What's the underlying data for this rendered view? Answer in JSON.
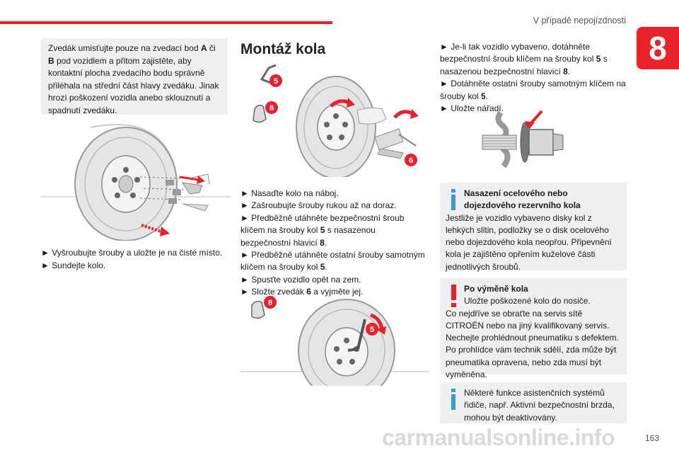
{
  "header": {
    "title": "V případě nepojízdnosti",
    "chapter": "8"
  },
  "warning_note": {
    "parts": [
      "Zvedák umisťujte pouze na zvedací bod ",
      "A",
      " či ",
      "B",
      " pod vozidlem a přitom zajistěte, aby kontaktní plocha zvedacího bodu správně přiléhala na střední část hlavy zvedáku. Jinak hrozí poškození vozidla anebo sklouznutí a spadnutí zvedáku."
    ]
  },
  "col1_steps": [
    "► Vyšroubujte šrouby a uložte je na čisté místo.",
    "► Sundejte kolo."
  ],
  "section_title": "Montáž kola",
  "callouts": {
    "five": "5",
    "eight": "8",
    "six": "6"
  },
  "col2_steps": {
    "s1": "► Nasaďte kolo na náboj.",
    "s2": "► Zašroubujte šrouby rukou až na doraz.",
    "s3a": "► Předběžně utáhněte bezpečnostní šroub klíčem na šrouby kol ",
    "s3b": "5",
    "s3c": " s nasazenou bezpečnostní hlavicí ",
    "s3d": "8",
    "s3e": ".",
    "s4a": "► Předběžně utáhněte ostatní šrouby samotným klíčem na šrouby kol ",
    "s4b": "5",
    "s4c": ".",
    "s5": "► Spusťte vozidlo opět na zem.",
    "s6a": "► Složte zvedák ",
    "s6b": "6",
    "s6c": " a vyjměte jej."
  },
  "col3_steps": {
    "s1a": "► Je-li tak vozidlo vybaveno, dotáhněte bezpečnostní šroub klíčem na šrouby kol ",
    "s1b": "5",
    "s1c": " s nasazenou bezpečnostní hlavicí ",
    "s1d": "8",
    "s1e": ".",
    "s2a": "► Dotáhněte ostatní šrouby samotným klíčem na šrouby kol ",
    "s2b": "5",
    "s2c": ".",
    "s3": "► Uložte nářadí."
  },
  "info_steel": {
    "title": "Nasazení ocelového nebo dojezdového rezervního kola",
    "body": "Jestliže je vozidlo vybaveno disky kol z lehkých slitin, podložky se o disk ocelového nebo dojezdového kola neopřou. Připevnění kola je zajištěno opřením kuželové části jednotlivých šroubů."
  },
  "warning_after": {
    "title": "Po výměně kola",
    "line1": "Uložte poškozené kolo do nosiče.",
    "body": "Co nejdříve se obraťte na servis sítě CITROËN nebo na jiný kvalifikovaný servis. Nechejte prohlédnout pneumatiku s defektem. Po prohlídce vám technik sdělí, zda může být pneumatika opravena, nebo zda musí být vyměněna."
  },
  "info_assist": {
    "title": "Některé funkce asistenčních systémů řidiče, např. Aktivní bezpečnostní brzda, mohou být deaktivovány."
  },
  "footer": {
    "page": "163"
  },
  "watermark": "carmanualsonline.info",
  "colors": {
    "accent": "#e8212b",
    "info_blue": "#3a9bd9",
    "box_bg": "#eeeff1"
  }
}
